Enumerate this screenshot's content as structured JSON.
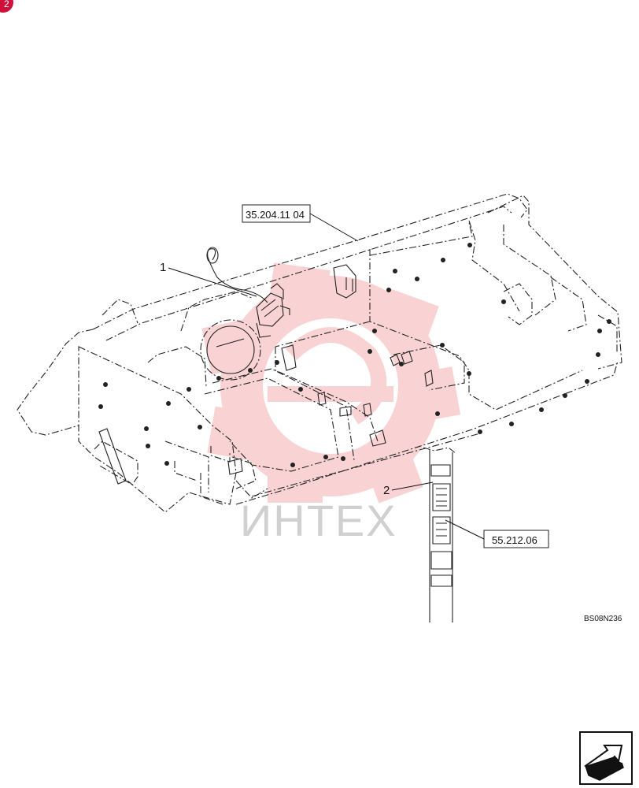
{
  "corner_badge": "2",
  "callouts": [
    {
      "id": "1",
      "label": "1"
    },
    {
      "id": "2",
      "label": "2"
    }
  ],
  "references": [
    {
      "id": "ref-top",
      "label": "35.204.11 04"
    },
    {
      "id": "ref-bottom",
      "label": "55.212.06"
    }
  ],
  "watermark": "ИНТЕХ",
  "drawing_code": "BS08N236",
  "colors": {
    "badge": "#d0103a",
    "watermark": "#f2a0a0",
    "line": "#222222"
  },
  "icons": {
    "nav": "next-page-arrow-icon"
  }
}
